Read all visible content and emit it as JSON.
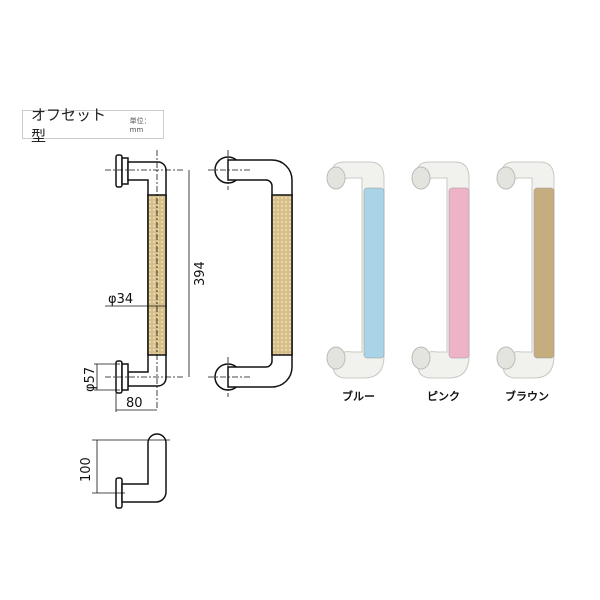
{
  "header": {
    "title": "オフセット型",
    "unit": "単位：mm"
  },
  "dimensions": {
    "length": "394",
    "bar_diameter": "φ34",
    "base_diameter": "φ57",
    "offset": "80",
    "height": "100"
  },
  "colors": [
    {
      "label": "ブルー",
      "hex": "#a9d3e6"
    },
    {
      "label": "ピンク",
      "hex": "#efb3c8"
    },
    {
      "label": "ブラウン",
      "hex": "#c5ad7f"
    }
  ],
  "grip_color": "#d8bf8a"
}
